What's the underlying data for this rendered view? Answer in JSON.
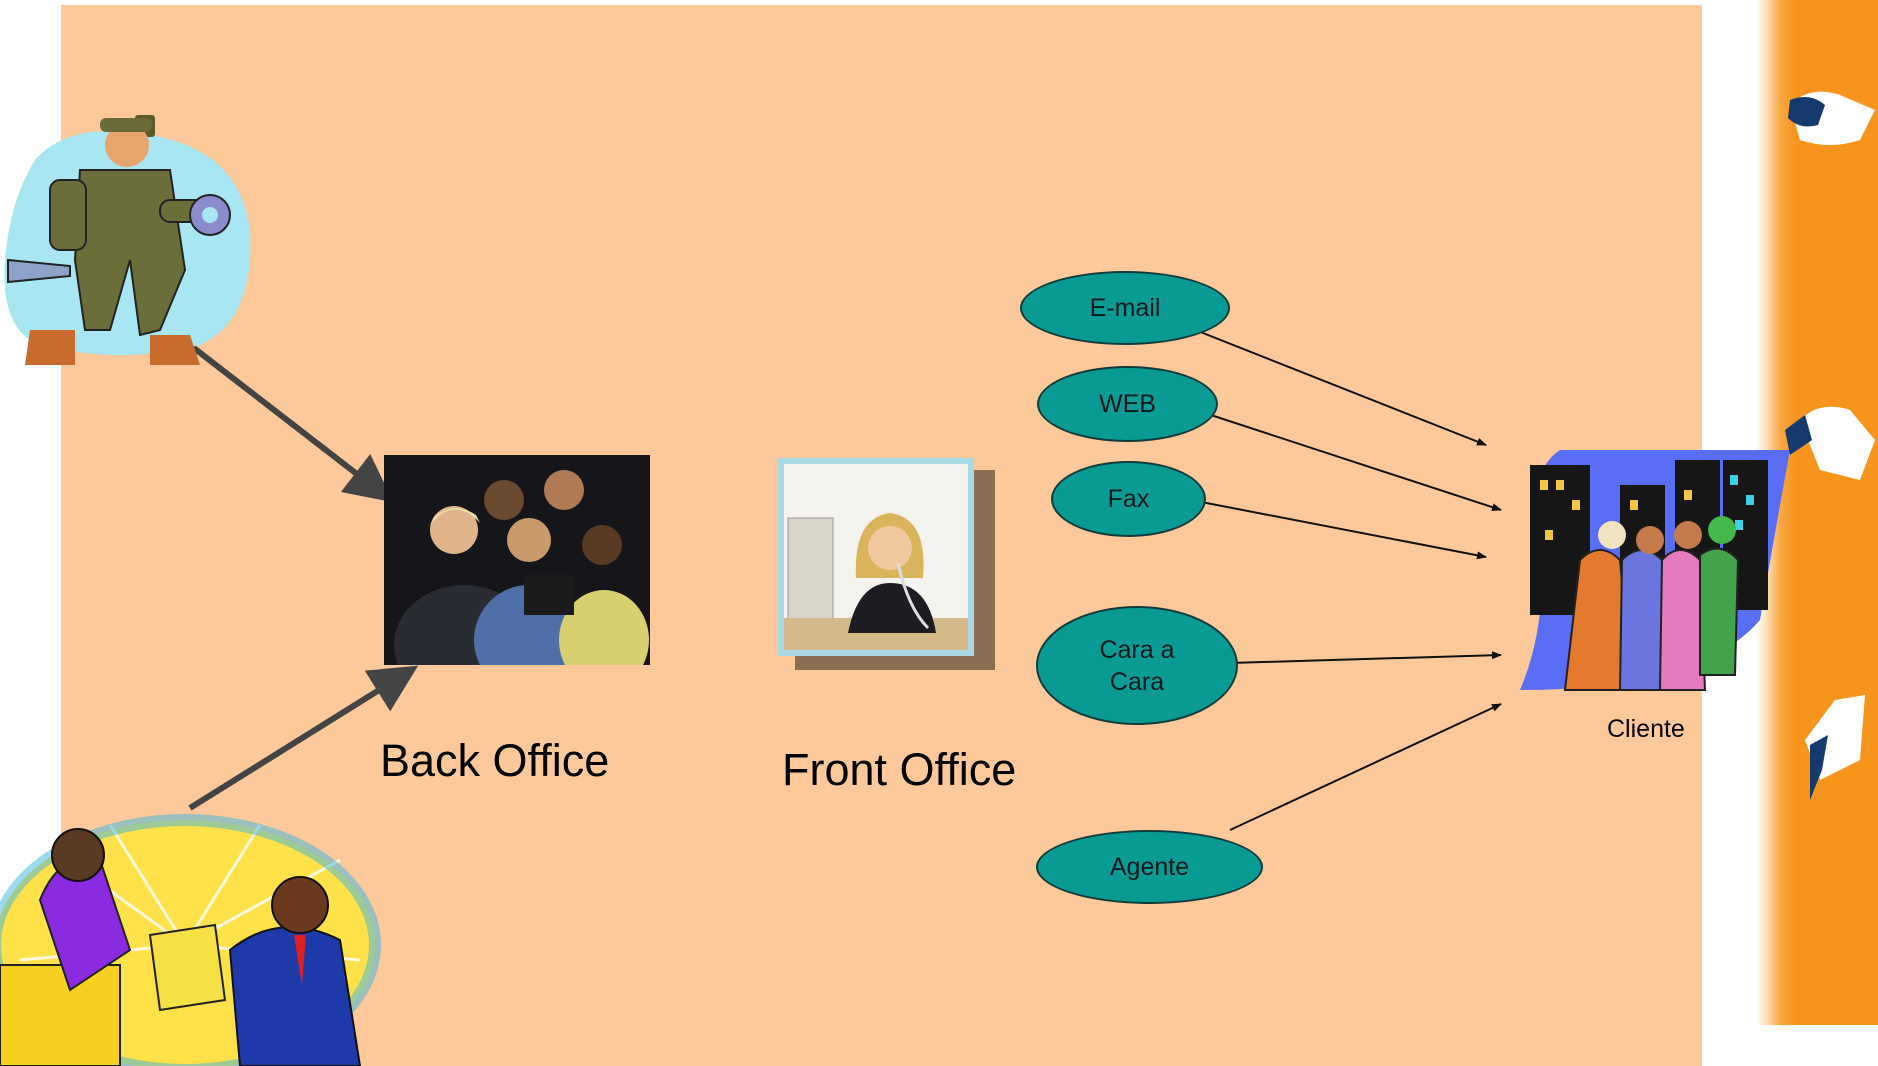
{
  "diagram": {
    "back_office_label": "Back Office",
    "front_office_label": "Front Office",
    "client_label": "Cliente",
    "channels": {
      "email": "E-mail",
      "web": "WEB",
      "fax": "Fax",
      "cara": "Cara a Cara",
      "agente": "Agente"
    }
  },
  "icons": [
    "mechanic-clipart",
    "handshake-box-clipart",
    "team-meeting-photo",
    "receptionist-phone-photo",
    "city-clients-clipart",
    "hand-tool-icons"
  ],
  "colors": {
    "background": "#fdc99a",
    "channel_fill": "#0a9a94",
    "stripe": "#f7941d"
  }
}
